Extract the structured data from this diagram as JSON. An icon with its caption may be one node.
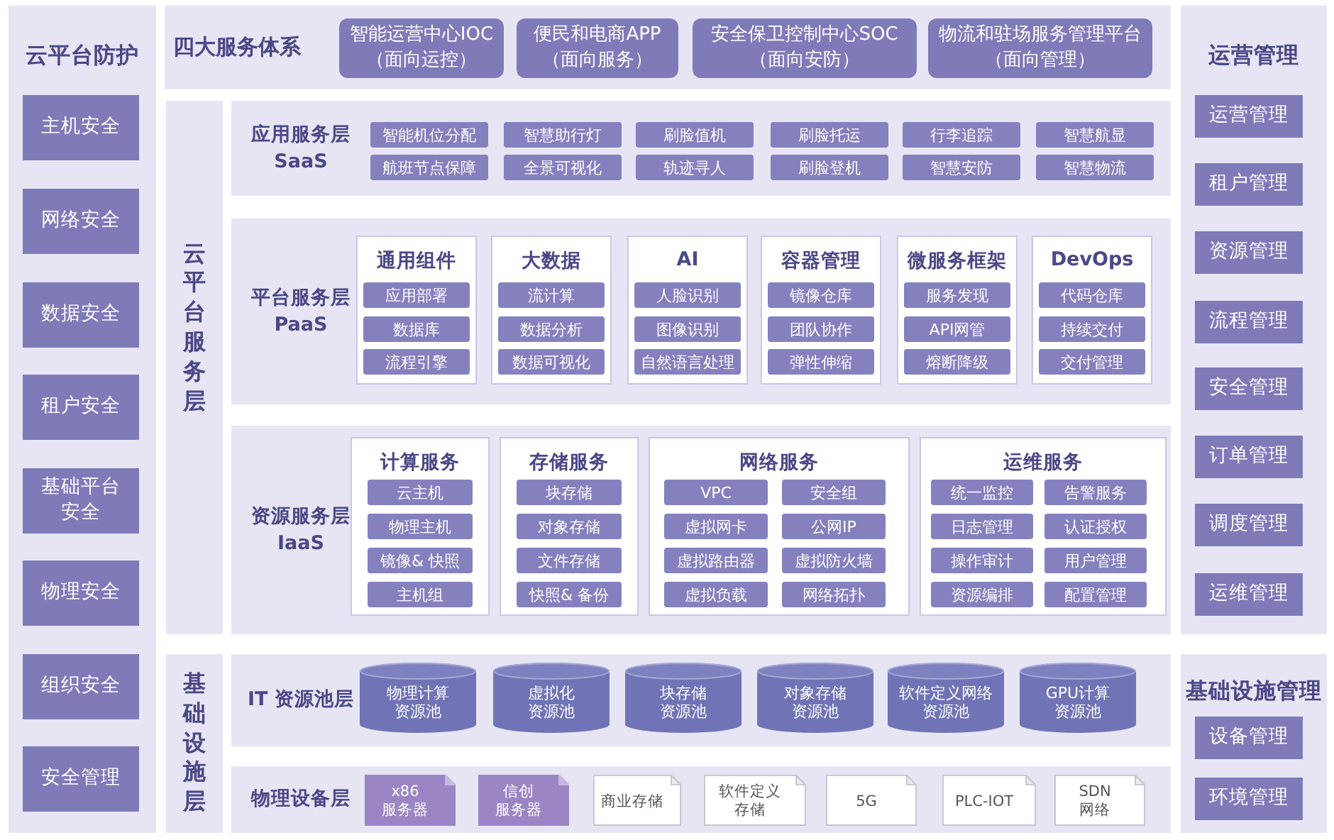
{
  "diagram": {
    "nodes": [
      {
        "text": [
          "云平台防护"
        ]
      },
      {
        "text": [
          "主机安全"
        ],
        "in": 0
      },
      {
        "text": [
          "网络安全"
        ],
        "in": 0
      },
      {
        "text": [
          "数据安全"
        ],
        "in": 0
      },
      {
        "text": [
          "租户安全"
        ],
        "in": 0
      },
      {
        "text": [
          "基础平台安全"
        ],
        "in": 0
      },
      {
        "text": [
          "物理安全"
        ],
        "in": 0
      },
      {
        "text": [
          "组织安全"
        ],
        "in": 0
      },
      {
        "text": [
          "安全管理"
        ],
        "in": 0
      },
      {
        "text": [
          "四大服务体系"
        ]
      },
      {
        "text": [
          "智能运营中心IOC",
          "（面向运控）"
        ],
        "in": 9
      },
      {
        "text": [
          "便民和电商APP",
          "（面向服务）"
        ],
        "in": 9
      },
      {
        "text": [
          "安全保卫控制中心SOC",
          "（面向安防）"
        ],
        "in": 9
      },
      {
        "text": [
          "物流和驻场服务管理平台",
          "（面向管理）"
        ],
        "in": 9
      },
      {
        "text": [
          "云平台服务层"
        ]
      },
      {
        "text": [
          "应用服务层",
          "SaaS"
        ]
      },
      {
        "text": [
          "智能机位分配"
        ],
        "in": 15
      },
      {
        "text": [
          "智慧助行灯"
        ],
        "in": 15
      },
      {
        "text": [
          "刷脸值机"
        ],
        "in": 15
      },
      {
        "text": [
          "刷脸托运"
        ],
        "in": 15
      },
      {
        "text": [
          "行李追踪"
        ],
        "in": 15
      },
      {
        "text": [
          "智慧航显"
        ],
        "in": 15
      },
      {
        "text": [
          "航班节点保障"
        ],
        "in": 15
      },
      {
        "text": [
          "全景可视化"
        ],
        "in": 15
      },
      {
        "text": [
          "轨迹寻人"
        ],
        "in": 15
      },
      {
        "text": [
          "刷脸登机"
        ],
        "in": 15
      },
      {
        "text": [
          "智慧安防"
        ],
        "in": 15
      },
      {
        "text": [
          "智慧物流"
        ],
        "in": 15
      },
      {
        "text": [
          "平台服务层",
          "PaaS"
        ]
      },
      {
        "text": [
          "通用组件"
        ],
        "in": 28
      },
      {
        "text": [
          "应用部署"
        ],
        "in": 29
      },
      {
        "text": [
          "数据库"
        ],
        "in": 29
      },
      {
        "text": [
          "流程引擎"
        ],
        "in": 29
      },
      {
        "text": [
          "大数据"
        ],
        "in": 28
      },
      {
        "text": [
          "流计算"
        ],
        "in": 33
      },
      {
        "text": [
          "数据分析"
        ],
        "in": 33
      },
      {
        "text": [
          "数据可视化"
        ],
        "in": 33
      },
      {
        "text": [
          "AI"
        ],
        "in": 28
      },
      {
        "text": [
          "人脸识别"
        ],
        "in": 37
      },
      {
        "text": [
          "图像识别"
        ],
        "in": 37
      },
      {
        "text": [
          "自然语言处理"
        ],
        "in": 37
      },
      {
        "text": [
          "容器管理"
        ],
        "in": 28
      },
      {
        "text": [
          "镜像仓库"
        ],
        "in": 41
      },
      {
        "text": [
          "团队协作"
        ],
        "in": 41
      },
      {
        "text": [
          "弹性伸缩"
        ],
        "in": 41
      },
      {
        "text": [
          "微服务框架"
        ],
        "in": 28
      },
      {
        "text": [
          "服务发现"
        ],
        "in": 45
      },
      {
        "text": [
          "API网管"
        ],
        "in": 45
      },
      {
        "text": [
          "熔断降级"
        ],
        "in": 45
      },
      {
        "text": [
          "DevOps"
        ],
        "in": 28
      },
      {
        "text": [
          "代码仓库"
        ],
        "in": 49
      },
      {
        "text": [
          "持续交付"
        ],
        "in": 49
      },
      {
        "text": [
          "交付管理"
        ],
        "in": 49
      },
      {
        "text": [
          "资源服务层",
          "IaaS"
        ]
      },
      {
        "text": [
          "计算服务"
        ],
        "in": 53
      },
      {
        "text": [
          "云主机"
        ],
        "in": 54
      },
      {
        "text": [
          "物理主机"
        ],
        "in": 54
      },
      {
        "text": [
          "镜像& 快照"
        ],
        "in": 54
      },
      {
        "text": [
          "主机组"
        ],
        "in": 54
      },
      {
        "text": [
          "存储服务"
        ],
        "in": 53
      },
      {
        "text": [
          "块存储"
        ],
        "in": 59
      },
      {
        "text": [
          "对象存储"
        ],
        "in": 59
      },
      {
        "text": [
          "文件存储"
        ],
        "in": 59
      },
      {
        "text": [
          "快照& 备份"
        ],
        "in": 59
      },
      {
        "text": [
          "网络服务"
        ],
        "in": 53
      },
      {
        "text": [
          "VPC"
        ],
        "in": 64
      },
      {
        "text": [
          "安全组"
        ],
        "in": 64
      },
      {
        "text": [
          "虚拟网卡"
        ],
        "in": 64
      },
      {
        "text": [
          "公网IP"
        ],
        "in": 64
      },
      {
        "text": [
          "虚拟路由器"
        ],
        "in": 64
      },
      {
        "text": [
          "虚拟防火墙"
        ],
        "in": 64
      },
      {
        "text": [
          "虚拟负载"
        ],
        "in": 64
      },
      {
        "text": [
          "网络拓扑"
        ],
        "in": 64
      },
      {
        "text": [
          "运维服务"
        ],
        "in": 53
      },
      {
        "text": [
          "统一监控"
        ],
        "in": 73
      },
      {
        "text": [
          "告警服务"
        ],
        "in": 73
      },
      {
        "text": [
          "日志管理"
        ],
        "in": 73
      },
      {
        "text": [
          "认证授权"
        ],
        "in": 73
      },
      {
        "text": [
          "操作审计"
        ],
        "in": 73
      },
      {
        "text": [
          "用户管理"
        ],
        "in": 73
      },
      {
        "text": [
          "资源编排"
        ],
        "in": 73
      },
      {
        "text": [
          "配置管理"
        ],
        "in": 73
      },
      {
        "text": [
          "基础设施层"
        ]
      },
      {
        "text": [
          "IT 资源池层"
        ]
      },
      {
        "text": [
          "物理计算资源池"
        ],
        "in": 83
      },
      {
        "text": [
          "虚拟化资源池"
        ],
        "in": 83
      },
      {
        "text": [
          "块存储资源池"
        ],
        "in": 83
      },
      {
        "text": [
          "对象存储资源池"
        ],
        "in": 83
      },
      {
        "text": [
          "软件定义网络资源池"
        ],
        "in": 83
      },
      {
        "text": [
          "GPU计算资源池"
        ],
        "in": 83
      },
      {
        "text": [
          "物理设备层"
        ]
      },
      {
        "text": [
          "x86服务器"
        ],
        "in": 90
      },
      {
        "text": [
          "信创服务器"
        ],
        "in": 90
      },
      {
        "text": [
          "商业存储"
        ],
        "in": 90
      },
      {
        "text": [
          "软件定义存储"
        ],
        "in": 90
      },
      {
        "text": [
          "5G"
        ],
        "in": 90
      },
      {
        "text": [
          "PLC-IOT"
        ],
        "in": 90
      },
      {
        "text": [
          "SDN网络"
        ],
        "in": 90
      },
      {
        "text": [
          "运营管理"
        ]
      },
      {
        "text": [
          "运营管理"
        ],
        "in": 98
      },
      {
        "text": [
          "租户管理"
        ],
        "in": 98
      },
      {
        "text": [
          "资源管理"
        ],
        "in": 98
      },
      {
        "text": [
          "流程管理"
        ],
        "in": 98
      },
      {
        "text": [
          "安全管理"
        ],
        "in": 98
      },
      {
        "text": [
          "订单管理"
        ],
        "in": 98
      },
      {
        "text": [
          "调度管理"
        ],
        "in": 98
      },
      {
        "text": [
          "运维管理"
        ],
        "in": 98
      },
      {
        "text": [
          "基础设施管理"
        ]
      },
      {
        "text": [
          "设备管理"
        ],
        "in": 107
      },
      {
        "text": [
          "环境管理"
        ],
        "in": 107
      }
    ]
  }
}
